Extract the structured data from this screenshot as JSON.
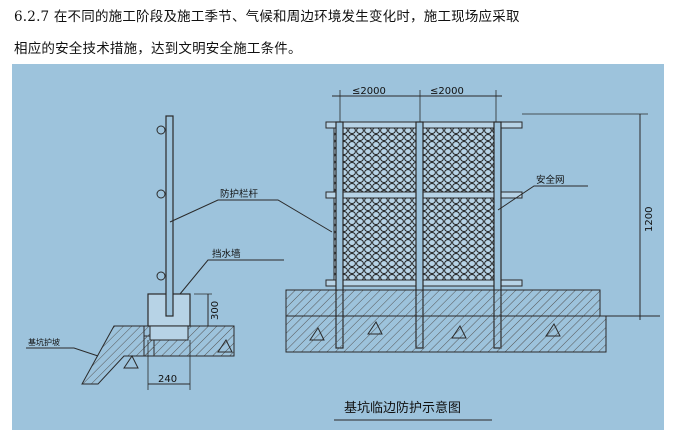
{
  "paragraph": {
    "number": "6.2.7",
    "line1": "在不同的施工阶段及施工季节、气候和周边环境发生变化时，施工现场应采取",
    "line2": "相应的安全技术措施，达到文明安全施工条件。"
  },
  "figure": {
    "caption": "基坑临边防护示意图",
    "labels": {
      "railing": "防护栏杆",
      "retaining_wall": "挡水墙",
      "pit_slope": "基坑护坡",
      "safety_net": "安全网"
    },
    "dimensions": {
      "post_spacing_1": "≤2000",
      "post_spacing_2": "≤2000",
      "height": "1200",
      "wall_height": "300",
      "wall_width": "240"
    },
    "colors": {
      "background": "#9dc3dc",
      "hatch": "#555555",
      "line": "#2a2a2a"
    }
  }
}
